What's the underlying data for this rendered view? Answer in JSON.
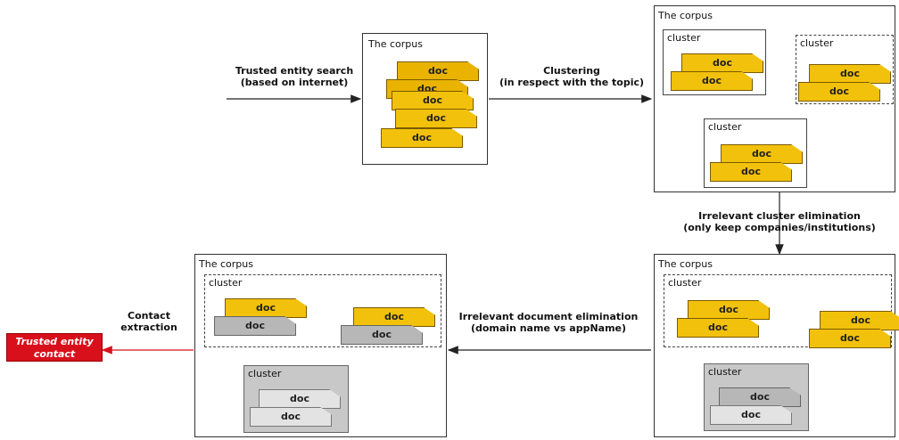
{
  "corpus_title": "The corpus",
  "cluster_label": "cluster",
  "doc_label": "doc",
  "steps": {
    "search": [
      "Trusted entity search",
      "(based on internet)"
    ],
    "clustering": [
      "Clustering",
      "(in respect with the topic)"
    ],
    "cluster_elim": [
      "Irrelevant cluster elimination",
      "(only keep companies/institutions)"
    ],
    "doc_elim": [
      "Irrelevant document elimination",
      "(domain name vs appName)"
    ],
    "contact": [
      "Contact",
      "extraction"
    ]
  },
  "output": [
    "Trusted entity",
    "contact"
  ],
  "colors": {
    "doc": "#f2c10b",
    "grey_cluster": "#c8c8c8",
    "output": "#d8101c"
  }
}
